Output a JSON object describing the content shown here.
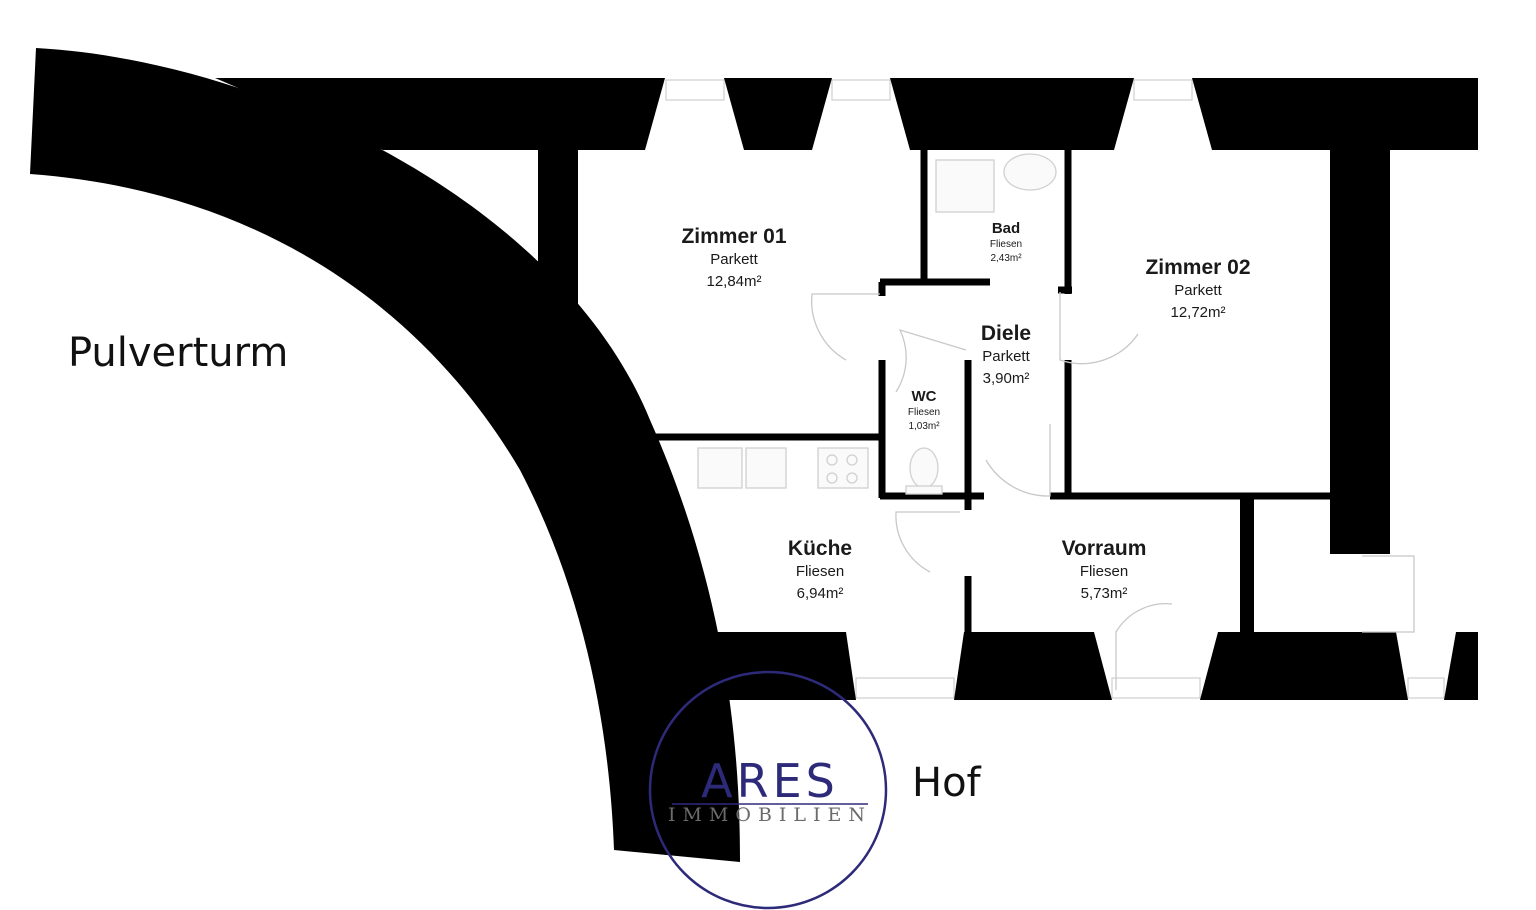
{
  "rooms": {
    "zimmer01": {
      "name": "Zimmer 01",
      "material": "Parkett",
      "area": "12,84m²"
    },
    "zimmer02": {
      "name": "Zimmer 02",
      "material": "Parkett",
      "area": "12,72m²"
    },
    "bad": {
      "name": "Bad",
      "material": "Fliesen",
      "area": "2,43m²"
    },
    "diele": {
      "name": "Diele",
      "material": "Parkett",
      "area": "3,90m²"
    },
    "wc": {
      "name": "WC",
      "material": "Fliesen",
      "area": "1,03m²"
    },
    "kueche": {
      "name": "Küche",
      "material": "Fliesen",
      "area": "6,94m²"
    },
    "vorraum": {
      "name": "Vorraum",
      "material": "Fliesen",
      "area": "5,73m²"
    }
  },
  "outside": {
    "tower": "Pulverturm",
    "courtyard": "Hof"
  },
  "logo": {
    "main": "ARES",
    "sub": "IMMOBILIEN",
    "color": "#2e2a7a"
  }
}
